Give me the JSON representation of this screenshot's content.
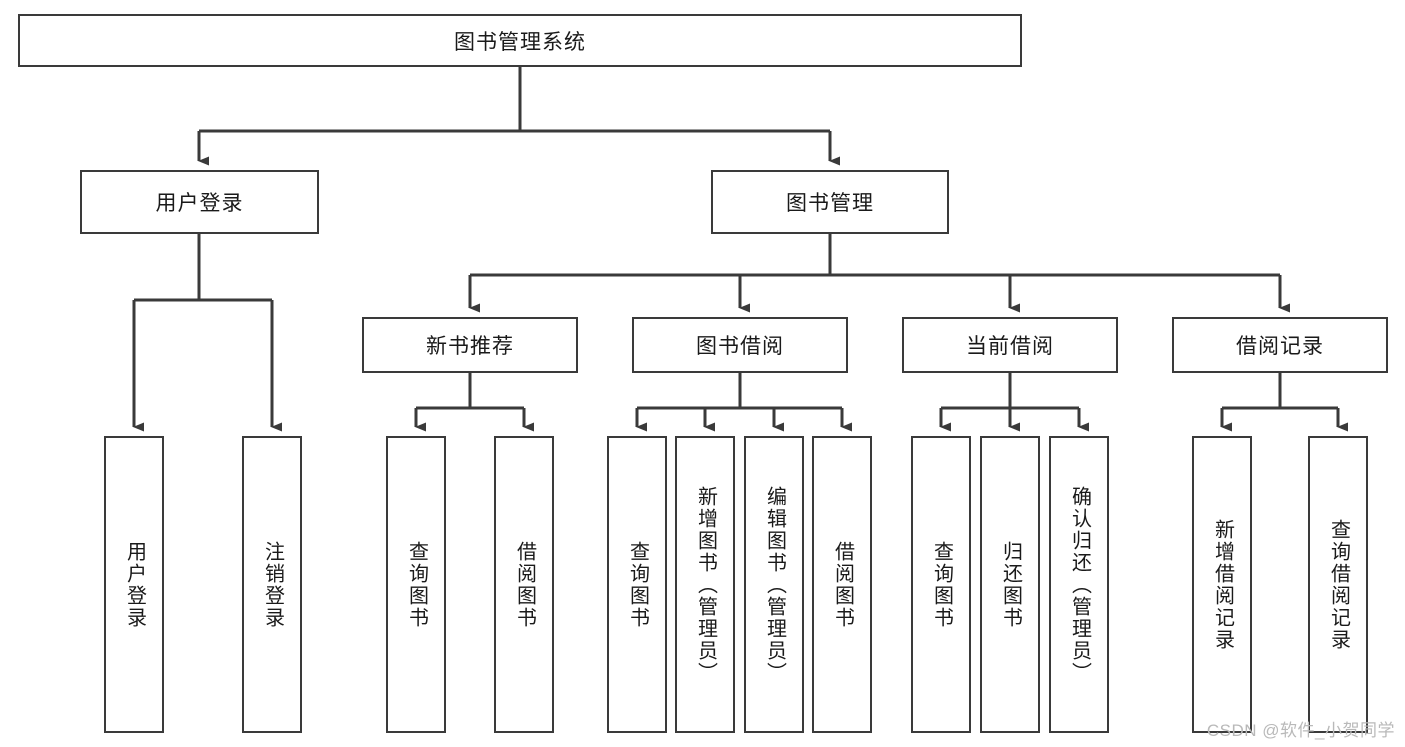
{
  "diagram": {
    "title": "图书管理系统",
    "type": "tree-hierarchy-diagram",
    "colors": {
      "stroke": "#3a3a3a",
      "text": "#1a1a1a",
      "background": "#ffffff",
      "watermark": "#b9b9b9"
    },
    "root": {
      "label": "图书管理系统"
    },
    "level2": [
      {
        "label": "用户登录"
      },
      {
        "label": "图书管理"
      }
    ],
    "level3": [
      {
        "label": "新书推荐"
      },
      {
        "label": "图书借阅"
      },
      {
        "label": "当前借阅"
      },
      {
        "label": "借阅记录"
      }
    ],
    "leaves": {
      "user_login": [
        {
          "label": "用户登录"
        },
        {
          "label": "注销登录"
        }
      ],
      "new_book_recommend": [
        {
          "label": "查询图书"
        },
        {
          "label": "借阅图书"
        }
      ],
      "book_borrow": [
        {
          "label": "查询图书"
        },
        {
          "label": "新增图书（管理员）"
        },
        {
          "label": "编辑图书（管理员）"
        },
        {
          "label": "借阅图书"
        }
      ],
      "current_borrow": [
        {
          "label": "查询图书"
        },
        {
          "label": "归还图书"
        },
        {
          "label": "确认归还（管理员）"
        }
      ],
      "borrow_record": [
        {
          "label": "新增借阅记录"
        },
        {
          "label": "查询借阅记录"
        }
      ]
    },
    "watermark": "CSDN @软件_小贺同学"
  }
}
